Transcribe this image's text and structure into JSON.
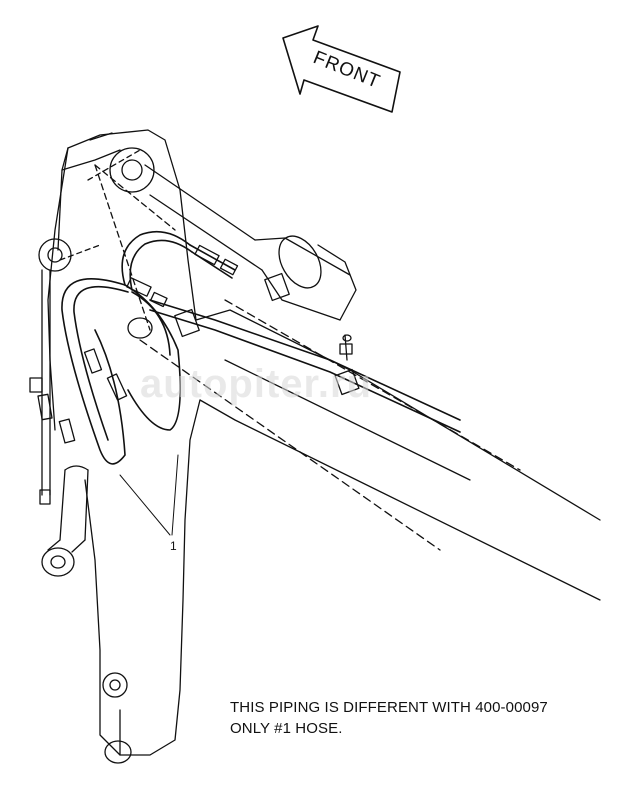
{
  "diagram": {
    "direction_label": "FRONT",
    "callout_number": "1",
    "watermark": "autopiter.ru",
    "note_lines": [
      "THIS PIPING IS DIFFERENT WITH 400-00097",
      "ONLY #1 HOSE."
    ]
  },
  "colors": {
    "line": "#111111",
    "watermark": "#d8d8d8",
    "background": "#ffffff"
  }
}
